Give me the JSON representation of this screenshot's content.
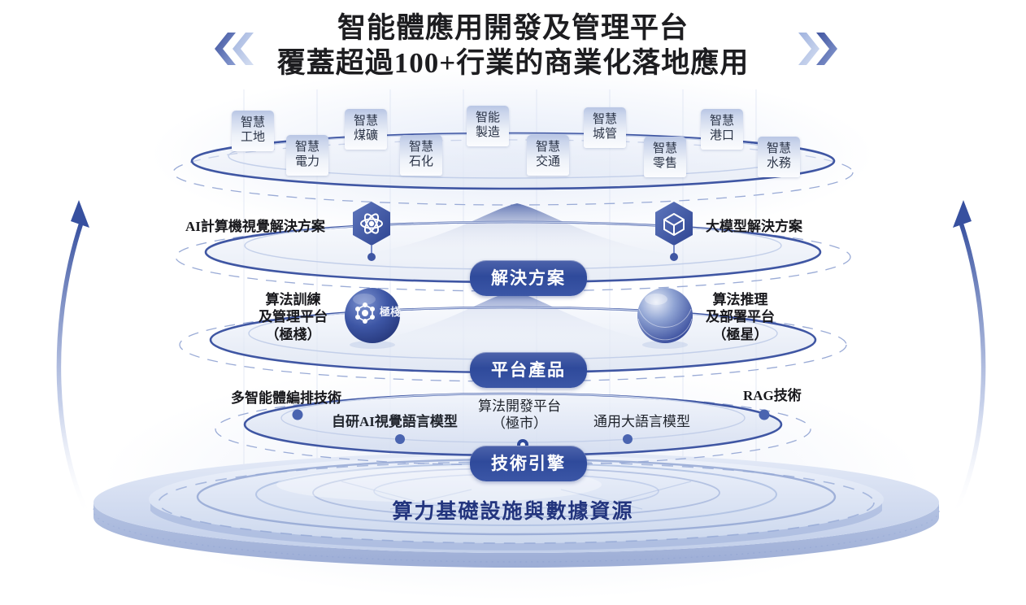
{
  "title": {
    "line1": "智能體應用開發及管理平台",
    "line2": "覆蓋超過100+行業的商業化落地應用"
  },
  "decor": {
    "chevron_left": "double-chevron-left",
    "chevron_right": "double-chevron-right",
    "arrow_left": "curved-arrow-up-left",
    "arrow_right": "curved-arrow-up-right",
    "accent_dark": "#2f4a9b",
    "accent_mid": "#6b82c6",
    "accent_light": "#b9c6e4",
    "text_dark": "#23357e"
  },
  "industries": {
    "items": [
      {
        "l1": "智慧",
        "l2": "工地"
      },
      {
        "l1": "智慧",
        "l2": "電力"
      },
      {
        "l1": "智慧",
        "l2": "煤礦"
      },
      {
        "l1": "智慧",
        "l2": "石化"
      },
      {
        "l1": "智能",
        "l2": "製造"
      },
      {
        "l1": "智慧",
        "l2": "交通"
      },
      {
        "l1": "智慧",
        "l2": "城管"
      },
      {
        "l1": "智慧",
        "l2": "零售"
      },
      {
        "l1": "智慧",
        "l2": "港口"
      },
      {
        "l1": "智慧",
        "l2": "水務"
      }
    ]
  },
  "layers": [
    {
      "pill": "解決方案",
      "left_label": "AI計算機視覺解決方案",
      "right_label": "大模型解決方案",
      "left_icon": "hexagon-atom-icon",
      "right_icon": "hexagon-cube-icon"
    },
    {
      "pill": "平台產品",
      "left_label": "算法訓練\n及管理平台\n（極棧）",
      "right_label": "算法推理\n及部署平台\n（極星）",
      "left_icon": "jizhan-sphere-logo",
      "right_icon": "jixing-sphere-logo"
    },
    {
      "pill": "技術引擎",
      "nodes": [
        "多智能體編排技術",
        "自研AI視覺語言模型",
        "算法開發平台\n（極市）",
        "通用大語言模型",
        "RAG技術"
      ]
    }
  ],
  "base": {
    "label": "算力基礎設施與數據資源"
  }
}
